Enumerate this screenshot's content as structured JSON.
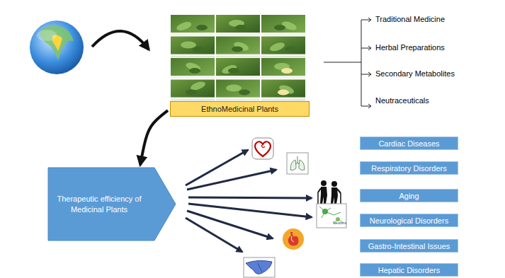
{
  "diagram": {
    "nodes": [
      {
        "text": [
          "EthnoMedicinal Plants"
        ]
      },
      {
        "text": [
          "Therapeutic efficiency of Medicinal Plants"
        ]
      },
      {
        "text": [
          "Cardiac Diseases"
        ]
      },
      {
        "text": [
          "Respiratory Disorders"
        ]
      },
      {
        "text": [
          "Aging"
        ]
      },
      {
        "text": [
          "Neurological Disorders"
        ]
      },
      {
        "text": [
          "Gastro-Intestinal Issues"
        ]
      },
      {
        "text": [
          "Hepatic Disorders"
        ]
      }
    ],
    "edges": [
      {
        "from": 0,
        "to": 1,
        "arrow": "to"
      }
    ],
    "labels": [
      "Traditional Medicine",
      "Herbal Preparations",
      "Secondary Metabolites",
      "Neutraceuticals",
      "Neurons"
    ]
  }
}
